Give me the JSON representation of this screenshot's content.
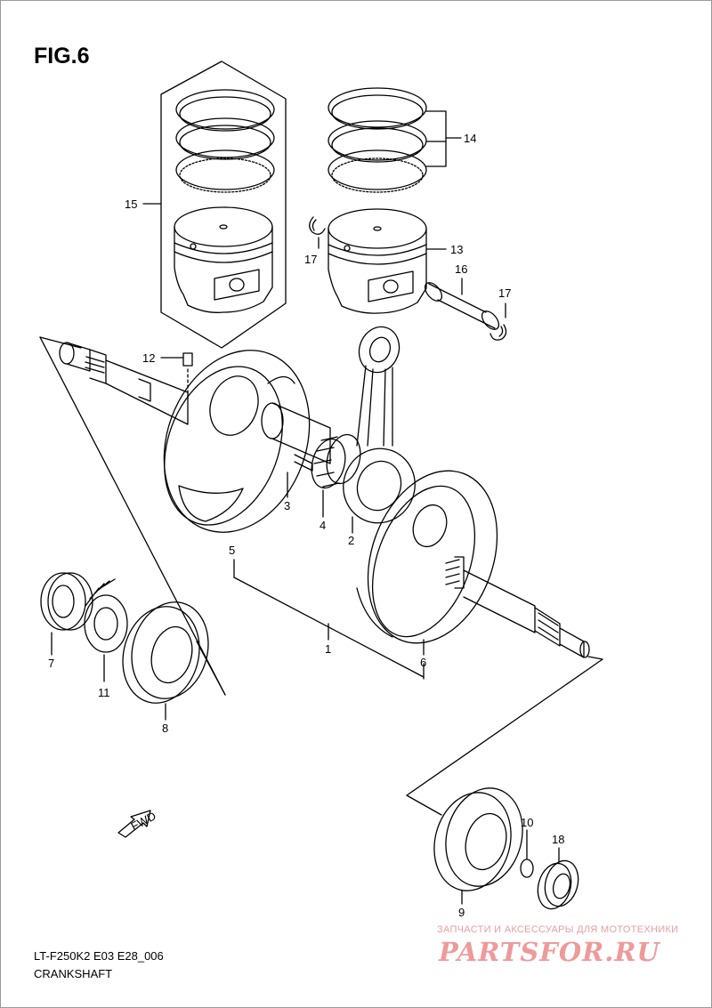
{
  "figure": {
    "title": "FIG.6",
    "model_code": "LT-F250K2 E03 E28_006",
    "section_name": "CRANKSHAFT"
  },
  "callouts": [
    "1",
    "2",
    "3",
    "4",
    "5",
    "6",
    "7",
    "8",
    "9",
    "10",
    "11",
    "12",
    "13",
    "14",
    "15",
    "16",
    "17",
    "17",
    "18"
  ],
  "fwd_label": "FWD",
  "watermark": {
    "tagline": "ЗАПЧАСТИ И АКСЕССУАРЫ ДЛЯ МОТОТЕХНИКИ",
    "logo": "PARTSFOR.RU"
  },
  "colors": {
    "line": "#000000",
    "watermark": "#ef9a9a"
  }
}
